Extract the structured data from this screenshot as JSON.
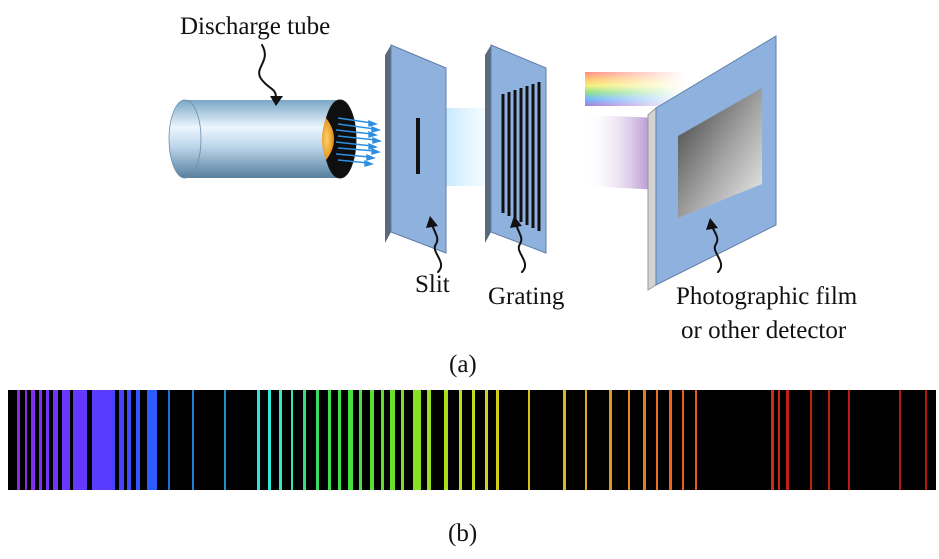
{
  "labels": {
    "discharge_tube": "Discharge tube",
    "slit": "Slit",
    "grating": "Grating",
    "detector_line1": "Photographic film",
    "detector_line2": "or other detector",
    "part_a": "(a)",
    "part_b": "(b)"
  },
  "colors": {
    "panel": "#8fb1dd",
    "panel_edge": "#6f8fbf",
    "tube": "#b9d4e8",
    "tube_glow": "#f0a01a",
    "ray": "#2e8fe0",
    "spectrum_background": "#000000"
  },
  "icons": [
    "squiggle-arrow-icon"
  ],
  "spectrum_lines": [
    {
      "wl": 0.01,
      "w": 3,
      "c": "#8a2be2"
    },
    {
      "wl": 0.018,
      "w": 2,
      "c": "#8a2be2"
    },
    {
      "wl": 0.025,
      "w": 4,
      "c": "#7e2ff0"
    },
    {
      "wl": 0.033,
      "w": 3,
      "c": "#7a30f5"
    },
    {
      "wl": 0.041,
      "w": 3,
      "c": "#7433f8"
    },
    {
      "wl": 0.048,
      "w": 5,
      "c": "#6e36fb"
    },
    {
      "wl": 0.058,
      "w": 8,
      "c": "#6a38fd"
    },
    {
      "wl": 0.07,
      "w": 14,
      "c": "#6438fe"
    },
    {
      "wl": 0.09,
      "w": 22,
      "c": "#5a3cff"
    },
    {
      "wl": 0.112,
      "w": 3,
      "c": "#4a40ff"
    },
    {
      "wl": 0.12,
      "w": 5,
      "c": "#4444ff"
    },
    {
      "wl": 0.128,
      "w": 4,
      "c": "#3d4cff"
    },
    {
      "wl": 0.138,
      "w": 4,
      "c": "#3355ff"
    },
    {
      "wl": 0.15,
      "w": 10,
      "c": "#2c5cff"
    },
    {
      "wl": 0.172,
      "w": 2,
      "c": "#1f6fd9"
    },
    {
      "wl": 0.198,
      "w": 2,
      "c": "#1f7fd0"
    },
    {
      "wl": 0.233,
      "w": 2,
      "c": "#1f8fc8"
    },
    {
      "wl": 0.268,
      "w": 3,
      "c": "#2ee3e6"
    },
    {
      "wl": 0.28,
      "w": 3,
      "c": "#2ee8dc"
    },
    {
      "wl": 0.292,
      "w": 3,
      "c": "#2cebcf"
    },
    {
      "wl": 0.305,
      "w": 2,
      "c": "#28e6b6"
    },
    {
      "wl": 0.318,
      "w": 3,
      "c": "#33e07a"
    },
    {
      "wl": 0.332,
      "w": 3,
      "c": "#38e061"
    },
    {
      "wl": 0.345,
      "w": 3,
      "c": "#3ce052"
    },
    {
      "wl": 0.356,
      "w": 3,
      "c": "#40e048"
    },
    {
      "wl": 0.366,
      "w": 5,
      "c": "#46e040"
    },
    {
      "wl": 0.378,
      "w": 3,
      "c": "#4de03a"
    },
    {
      "wl": 0.39,
      "w": 4,
      "c": "#56e035"
    },
    {
      "wl": 0.402,
      "w": 3,
      "c": "#5fe030"
    },
    {
      "wl": 0.412,
      "w": 5,
      "c": "#6ae02c"
    },
    {
      "wl": 0.424,
      "w": 3,
      "c": "#78e028"
    },
    {
      "wl": 0.436,
      "w": 8,
      "c": "#88e024"
    },
    {
      "wl": 0.452,
      "w": 4,
      "c": "#98e020"
    },
    {
      "wl": 0.47,
      "w": 4,
      "c": "#a8e01e"
    },
    {
      "wl": 0.486,
      "w": 3,
      "c": "#b5e01c"
    },
    {
      "wl": 0.5,
      "w": 3,
      "c": "#c2dc1a"
    },
    {
      "wl": 0.514,
      "w": 3,
      "c": "#cdd41a"
    },
    {
      "wl": 0.526,
      "w": 3,
      "c": "#d4cc1a"
    },
    {
      "wl": 0.56,
      "w": 2,
      "c": "#d8c01a"
    },
    {
      "wl": 0.598,
      "w": 3,
      "c": "#dcb81a"
    },
    {
      "wl": 0.622,
      "w": 2,
      "c": "#e0aa1a"
    },
    {
      "wl": 0.648,
      "w": 3,
      "c": "#e09a1c"
    },
    {
      "wl": 0.668,
      "w": 2,
      "c": "#e38a1c"
    },
    {
      "wl": 0.684,
      "w": 3,
      "c": "#e57c1c"
    },
    {
      "wl": 0.698,
      "w": 2,
      "c": "#e8711c"
    },
    {
      "wl": 0.712,
      "w": 3,
      "c": "#ea661c"
    },
    {
      "wl": 0.726,
      "w": 2,
      "c": "#eb5e1c"
    },
    {
      "wl": 0.74,
      "w": 2,
      "c": "#ec581c"
    },
    {
      "wl": 0.822,
      "w": 3,
      "c": "#cf2a14"
    },
    {
      "wl": 0.83,
      "w": 2,
      "c": "#c82414"
    },
    {
      "wl": 0.838,
      "w": 3,
      "c": "#c22014"
    },
    {
      "wl": 0.864,
      "w": 2,
      "c": "#c21e14"
    },
    {
      "wl": 0.884,
      "w": 2,
      "c": "#bf1c14"
    },
    {
      "wl": 0.905,
      "w": 2,
      "c": "#bc1a14"
    },
    {
      "wl": 0.96,
      "w": 2,
      "c": "#b81814"
    },
    {
      "wl": 0.988,
      "w": 2,
      "c": "#b41614"
    }
  ]
}
